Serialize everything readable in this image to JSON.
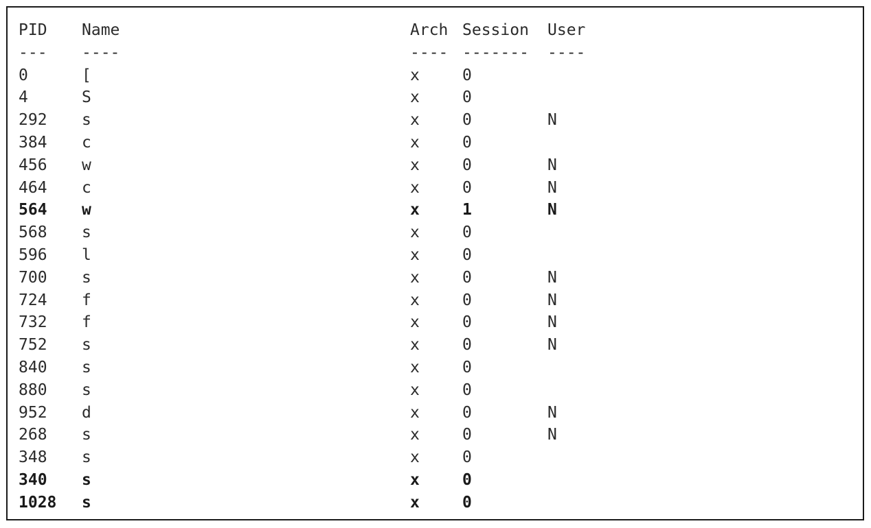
{
  "header": {
    "pid": "PID",
    "name": "Name",
    "arch": "Arch",
    "session": "Session",
    "user": "User"
  },
  "separator": {
    "pid": "---",
    "name": "----",
    "arch": "----",
    "session": "-------",
    "user": "----"
  },
  "rows": [
    {
      "pid": "0",
      "name": "[",
      "arch": "x",
      "session": "0",
      "user": "",
      "bold": false
    },
    {
      "pid": "4",
      "name": "S",
      "arch": "x",
      "session": "0",
      "user": "",
      "bold": false
    },
    {
      "pid": "292",
      "name": "s",
      "arch": "x",
      "session": "0",
      "user": "N",
      "bold": false
    },
    {
      "pid": "384",
      "name": "c",
      "arch": "x",
      "session": "0",
      "user": "",
      "bold": false
    },
    {
      "pid": "456",
      "name": "w",
      "arch": "x",
      "session": "0",
      "user": "N",
      "bold": false
    },
    {
      "pid": "464",
      "name": "c",
      "arch": "x",
      "session": "0",
      "user": "N",
      "bold": false
    },
    {
      "pid": "564",
      "name": "w",
      "arch": "x",
      "session": "1",
      "user": "N",
      "bold": true
    },
    {
      "pid": "568",
      "name": "s",
      "arch": "x",
      "session": "0",
      "user": "",
      "bold": false
    },
    {
      "pid": "596",
      "name": "l",
      "arch": "x",
      "session": "0",
      "user": "",
      "bold": false
    },
    {
      "pid": "700",
      "name": "s",
      "arch": "x",
      "session": "0",
      "user": "N",
      "bold": false
    },
    {
      "pid": "724",
      "name": "f",
      "arch": "x",
      "session": "0",
      "user": "N",
      "bold": false
    },
    {
      "pid": "732",
      "name": "f",
      "arch": "x",
      "session": "0",
      "user": "N",
      "bold": false
    },
    {
      "pid": "752",
      "name": "s",
      "arch": "x",
      "session": "0",
      "user": "N",
      "bold": false
    },
    {
      "pid": "840",
      "name": "s",
      "arch": "x",
      "session": "0",
      "user": "",
      "bold": false
    },
    {
      "pid": "880",
      "name": "s",
      "arch": "x",
      "session": "0",
      "user": "",
      "bold": false
    },
    {
      "pid": "952",
      "name": "d",
      "arch": "x",
      "session": "0",
      "user": "N",
      "bold": false
    },
    {
      "pid": "268",
      "name": "s",
      "arch": "x",
      "session": "0",
      "user": "N",
      "bold": false
    },
    {
      "pid": "348",
      "name": "s",
      "arch": "x",
      "session": "0",
      "user": "",
      "bold": false
    },
    {
      "pid": "340",
      "name": "s",
      "arch": "x",
      "session": "0",
      "user": "",
      "bold": true
    },
    {
      "pid": "1028",
      "name": "s",
      "arch": "x",
      "session": "0",
      "user": "",
      "bold": true
    }
  ]
}
